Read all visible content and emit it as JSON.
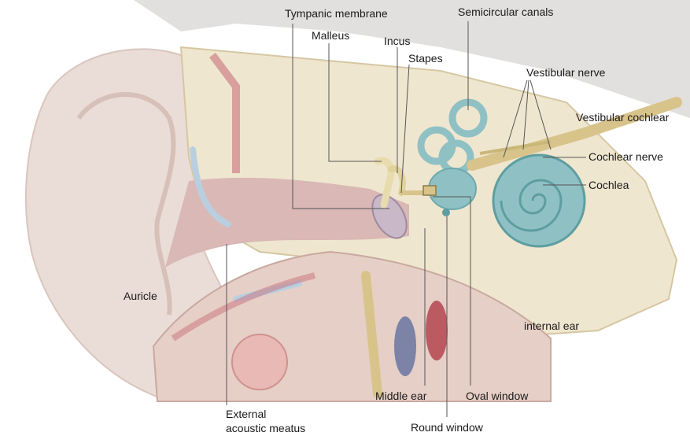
{
  "labels": {
    "tympanic_membrane": "Tympanic membrane",
    "semicircular_canals": "Semicircular canals",
    "malleus": "Malleus",
    "incus": "Incus",
    "stapes": "Stapes",
    "vestibular_nerve": "Vestibular nerve",
    "vestibular_cochlear": "Vestibular cochlear",
    "cochlear_nerve": "Cochlear nerve",
    "cochlea": "Cochlea",
    "auricle": "Auricle",
    "internal_ear": "internal ear",
    "middle_ear": "Middle ear",
    "oval_window": "Oval window",
    "external_acoustic_meatus_line1": "External",
    "external_acoustic_meatus_line2": "acoustic meatus",
    "round_window": "Round window"
  },
  "colors": {
    "skin": "#eadcd6",
    "bone": "#efe6cf",
    "canal": "#d9b8b5",
    "labyrinth": "#8fc1c4",
    "cochlea_dark": "#5e9ea1",
    "nerve": "#d8c48a",
    "tissue_red": "#c9707a",
    "cartilage_blue": "#b9cfe0"
  }
}
